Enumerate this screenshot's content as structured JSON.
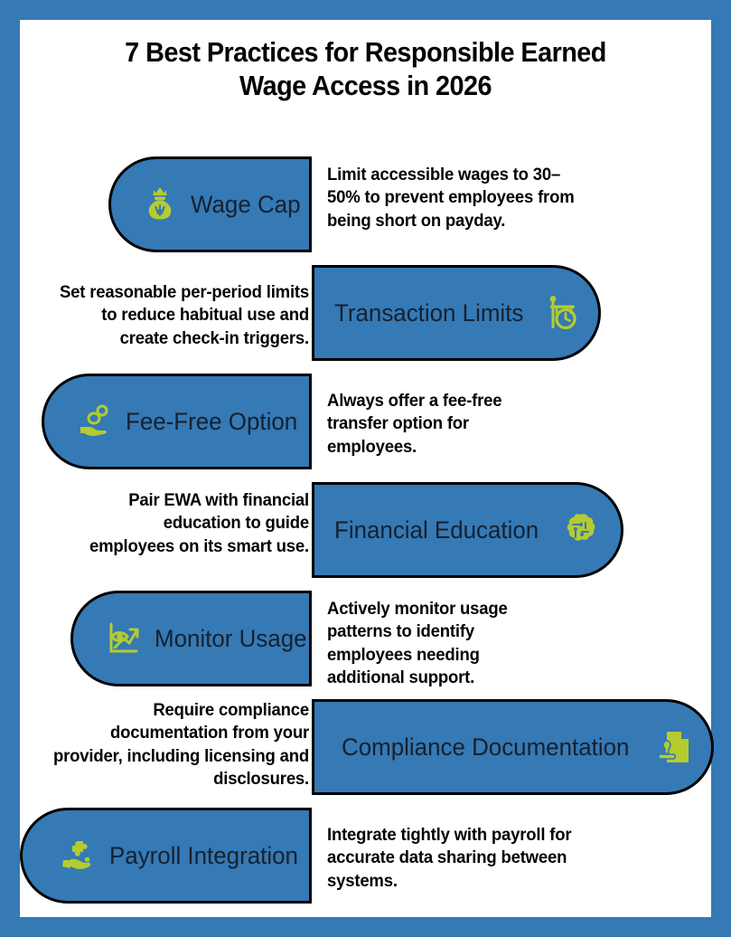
{
  "theme": {
    "frame_color": "#3579b5",
    "pill_color": "#3579b5",
    "pill_border_color": "#000000",
    "icon_color": "#b5cc2e",
    "pill_text_color": "#16212e",
    "body_text_color": "#030303",
    "background": "#ffffff"
  },
  "title": {
    "line1": "7 Best Practices for Responsible Earned",
    "line2": "Wage Access in 2026"
  },
  "items": [
    {
      "index": 1,
      "side": "left",
      "label": "Wage Cap",
      "icon": "money-bag-icon",
      "description": "Limit accessible wages to 30–50% to prevent employees from being short on payday."
    },
    {
      "index": 2,
      "side": "right",
      "label": "Transaction Limits",
      "icon": "clock-sign-icon",
      "description": "Set reasonable per-period limits to reduce habitual use and create check-in triggers."
    },
    {
      "index": 3,
      "side": "left",
      "label": "Fee-Free Option",
      "icon": "hand-coins-icon",
      "description": "Always offer a fee-free transfer option for employees."
    },
    {
      "index": 4,
      "side": "right",
      "label": "Financial Education",
      "icon": "brain-circuit-icon",
      "description": "Pair EWA with financial education to guide employees on its smart use."
    },
    {
      "index": 5,
      "side": "left",
      "label": "Monitor Usage",
      "icon": "eye-chart-icon",
      "description": "Actively monitor usage patterns to identify employees needing additional support."
    },
    {
      "index": 6,
      "side": "right",
      "label": "Compliance Documentation",
      "icon": "document-stamp-icon",
      "description": "Require compliance documentation from your provider, including licensing and disclosures."
    },
    {
      "index": 7,
      "side": "left",
      "label": "Payroll Integration",
      "icon": "hand-puzzle-icon",
      "description": "Integrate tightly with payroll for accurate data sharing between systems."
    }
  ]
}
